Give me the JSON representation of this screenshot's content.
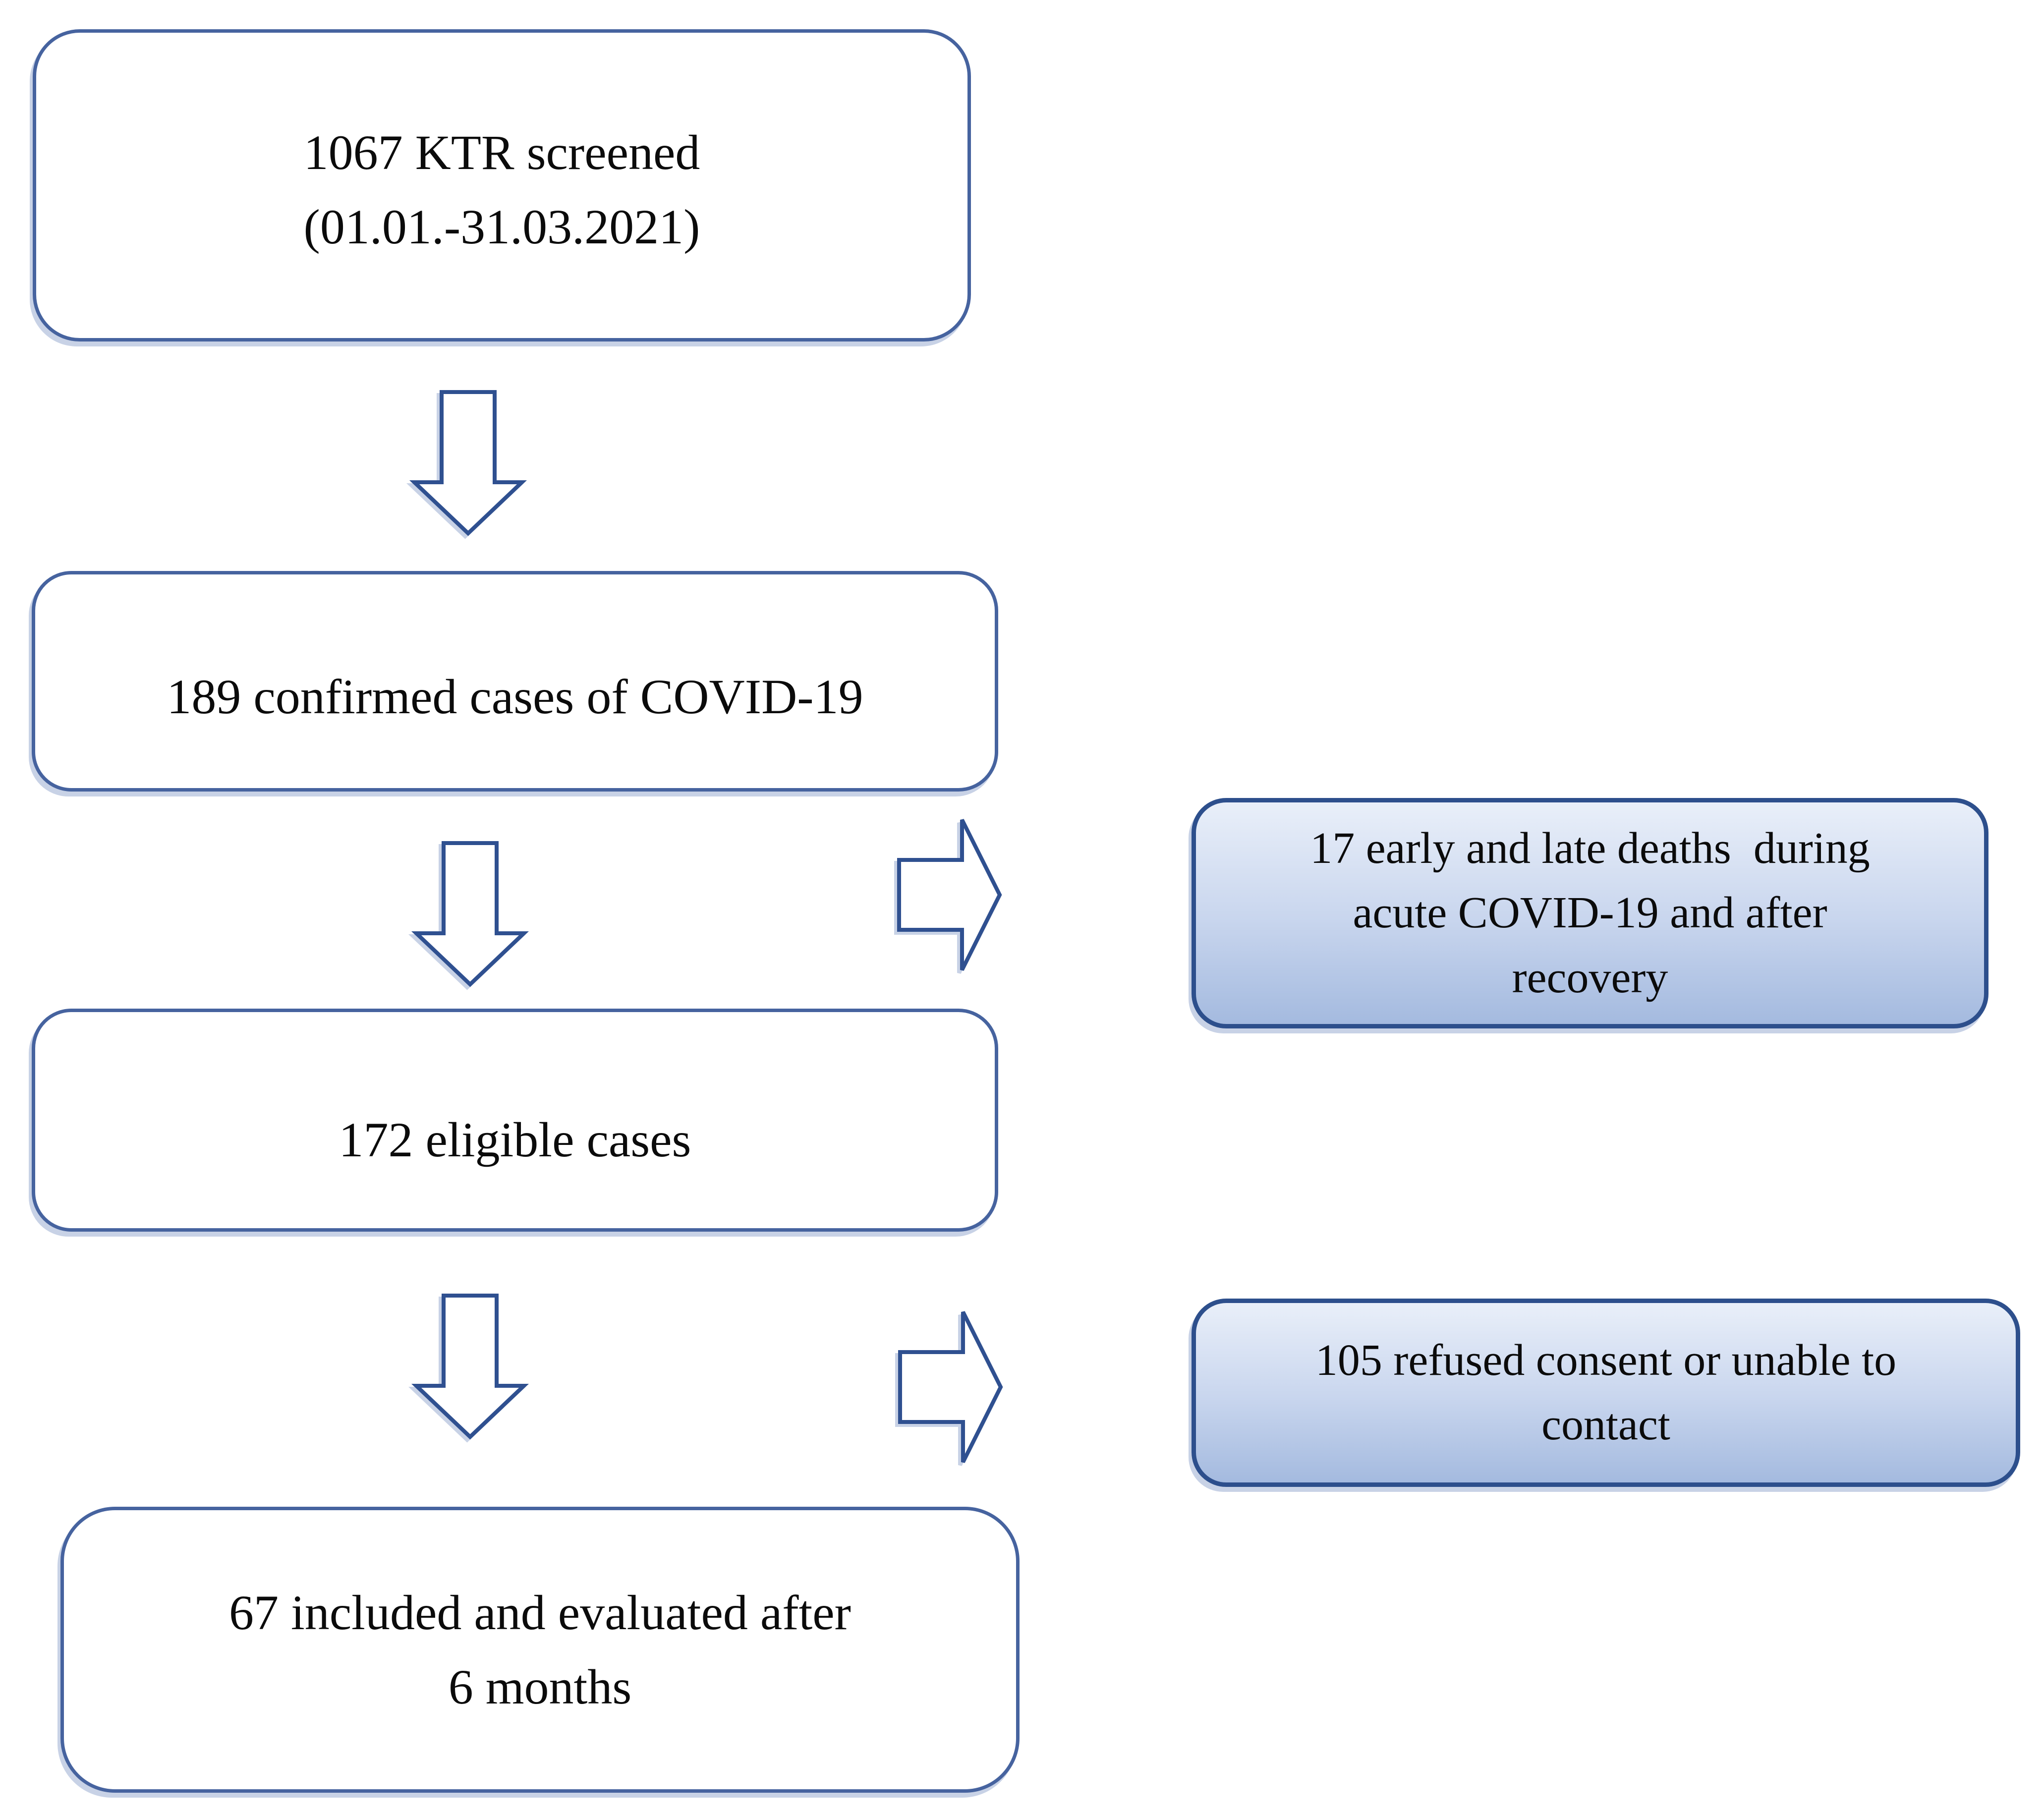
{
  "boxes": {
    "screened": {
      "line1": "1067 KTR screened",
      "line2": "(01.01.-31.03.2021)"
    },
    "confirmed": {
      "line1": "189 confirmed cases of COVID-19"
    },
    "eligible": {
      "line1": "172 eligible cases"
    },
    "included": {
      "line1": "67 included and evaluated after",
      "line2": "6 months"
    },
    "deaths": {
      "line1": "17 early and late deaths  during",
      "line2": "acute COVID-19 and after",
      "line3": "recovery"
    },
    "refused": {
      "line1": "105 refused consent or unable to",
      "line2": "contact"
    }
  },
  "colors": {
    "background": "#ffffff",
    "text": "#0b0b0b",
    "box-border": "#46639f",
    "arrow-stroke": "#2f5090",
    "side-border": "#2d4f8c",
    "grad-top": "#e9eff9",
    "grad-mid": "#c9d6ee",
    "grad-bottom": "#a4badf",
    "shadow": "rgba(146,166,205,0.5)"
  }
}
